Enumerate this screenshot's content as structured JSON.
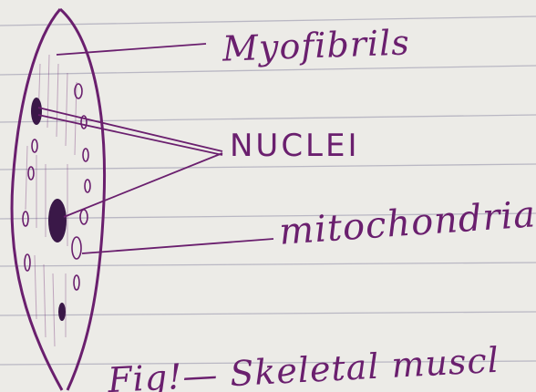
{
  "labels": {
    "myofibrils": "Myofibrils",
    "nuclei": "NUCLEI",
    "mitochondria": "mitochondria",
    "caption": "Fig!— Skeletal muscl"
  },
  "colors": {
    "paper": "#ecebe7",
    "ruled_line": "#b9b7c3",
    "margin_line": "#c07a9a",
    "ink": "#6a1f6e",
    "nucleus_ink": "#3a1848"
  }
}
